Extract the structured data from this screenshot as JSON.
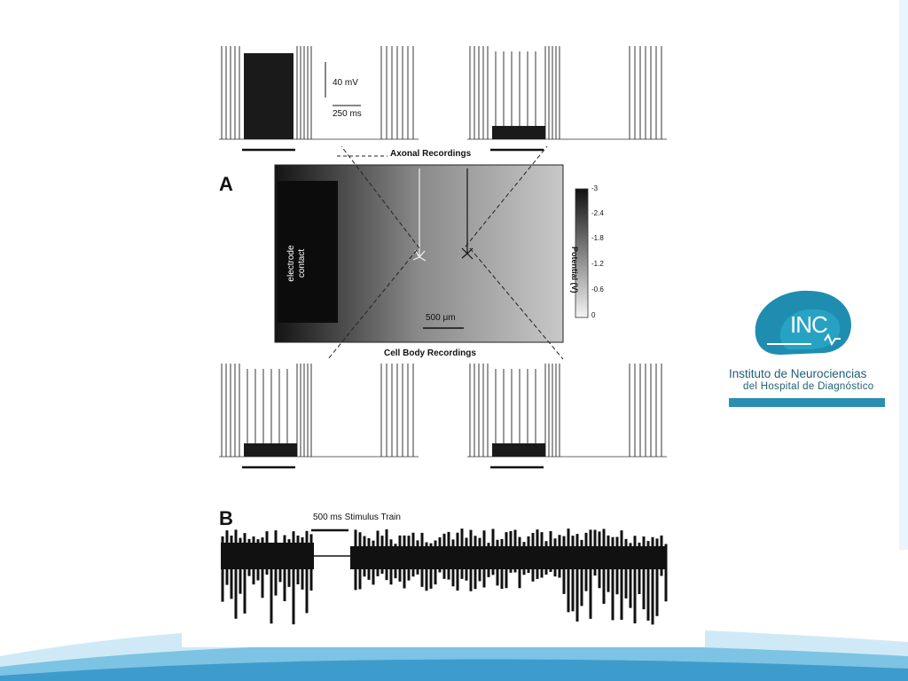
{
  "figure": {
    "panel_a_label": "A",
    "panel_b_label": "B",
    "scale_voltage": "40 mV",
    "scale_time": "250 ms",
    "axonal_recordings": "Axonal Recordings",
    "cell_body_recordings": "Cell Body Recordings",
    "electrode_contact": "electrode contact",
    "scale_bar_um": "500 μm",
    "colorbar_title": "Potential (V)",
    "colorbar_ticks": [
      "-3",
      "-2.4",
      "-1.8",
      "-1.2",
      "-0.6",
      "0"
    ],
    "stimulus_train": "500 ms Stimulus Train"
  },
  "logo": {
    "mark": "INC",
    "name": "Instituto de Neurociencias",
    "subname": "del Hospital de Diagnóstico"
  },
  "colors": {
    "accent": "#2a8fb0",
    "logo_text": "#1f5f72",
    "wave_light": "#bfe3f3",
    "wave_dark": "#4aa6d3"
  }
}
